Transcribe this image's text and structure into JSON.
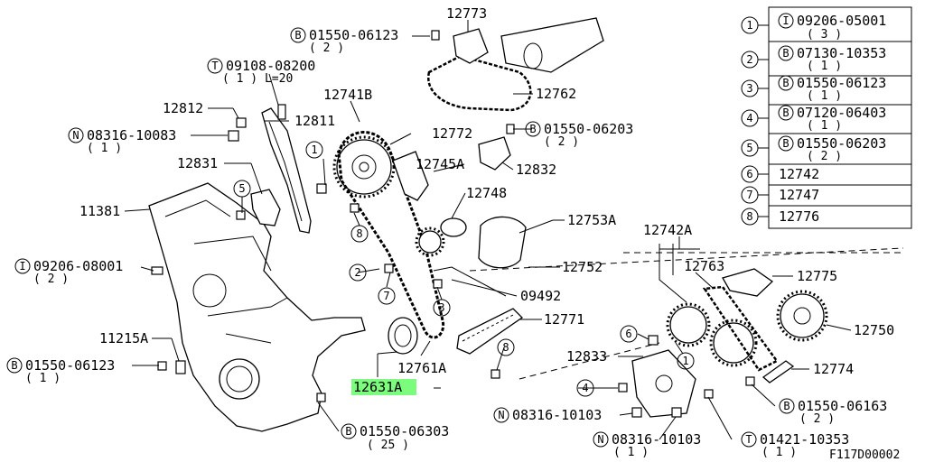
{
  "callouts": [
    {
      "sym": "B",
      "num": "01550-06123",
      "qty": "( 2 )"
    },
    {
      "num": "12773"
    },
    {
      "sym": "T",
      "num": "09108-08200",
      "qty": "( 1 )  L=20"
    },
    {
      "num": "12741B"
    },
    {
      "num": "12812"
    },
    {
      "num": "12811"
    },
    {
      "sym": "N",
      "num": "08316-10083",
      "qty": "( 1 )"
    },
    {
      "num": "12762"
    },
    {
      "num": "12772"
    },
    {
      "sym": "B",
      "num": "01550-06203",
      "qty": "( 2 )"
    },
    {
      "num": "12745A"
    },
    {
      "num": "12832"
    },
    {
      "num": "12831"
    },
    {
      "num": "12748"
    },
    {
      "num": "11381"
    },
    {
      "num": "12753A"
    },
    {
      "num": "12742A"
    },
    {
      "sym": "I",
      "num": "09206-08001",
      "qty": "( 2 )"
    },
    {
      "num": "12752"
    },
    {
      "num": "12763"
    },
    {
      "num": "12775"
    },
    {
      "num": "09492"
    },
    {
      "num": "12771"
    },
    {
      "num": "12750"
    },
    {
      "num": "11215A"
    },
    {
      "num": "12833"
    },
    {
      "sym": "B",
      "num": "01550-06123",
      "qty": "( 1 )"
    },
    {
      "num": "12761A"
    },
    {
      "num": "12774"
    },
    {
      "num": "12631A",
      "highlight": "#7CFC7C"
    },
    {
      "sym": "N",
      "num": "08316-10103"
    },
    {
      "sym": "B",
      "num": "01550-06163",
      "qty": "( 2 )"
    },
    {
      "sym": "B",
      "num": "01550-06303",
      "qty": "( 25 )"
    },
    {
      "sym": "N",
      "num": "08316-10103",
      "qty": "( 1 )"
    },
    {
      "sym": "T",
      "num": "01421-10353",
      "qty": "( 1 )"
    }
  ],
  "circle_markers": [
    "1",
    "2",
    "3",
    "4",
    "5",
    "5",
    "6",
    "7",
    "8",
    "8",
    "1"
  ],
  "legend": [
    {
      "key": "1",
      "sym": "I",
      "num": "09206-05001",
      "qty": "( 3 )"
    },
    {
      "key": "2",
      "sym": "B",
      "num": "07130-10353",
      "qty": "( 1 )"
    },
    {
      "key": "3",
      "sym": "B",
      "num": "01550-06123",
      "qty": "( 1 )"
    },
    {
      "key": "4",
      "sym": "B",
      "num": "07120-06403",
      "qty": "( 1 )"
    },
    {
      "key": "5",
      "sym": "B",
      "num": "01550-06203",
      "qty": "( 2 )"
    },
    {
      "key": "6",
      "num": "12742"
    },
    {
      "key": "7",
      "num": "12747"
    },
    {
      "key": "8",
      "num": "12776"
    }
  ],
  "figure_code": "F117D00002"
}
